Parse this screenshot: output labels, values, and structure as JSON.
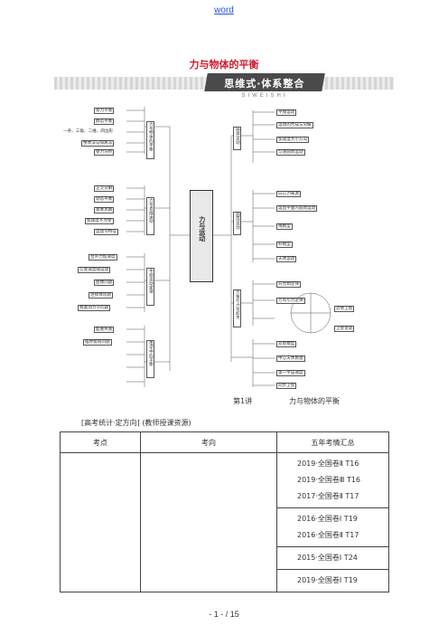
{
  "header": {
    "link_text": "word"
  },
  "page_title": "力与物体的平衡",
  "banner": {
    "title": "思维式·体系整合",
    "subtitle": "SIWEISHI"
  },
  "mindmap": {
    "center": "力与运动",
    "left_group_labels": [
      "力与物体的平衡",
      "力与直线运动",
      "牛顿运动定律",
      "电学中的平衡"
    ],
    "left_nodes": [
      "受力平衡",
      "静态平衡",
      "一条、三角、二维、四边形",
      "整体法与隔离法",
      "受力分析",
      "正交分解",
      "动态平衡",
      "基本思路",
      "加速度不为零",
      "运动学特征",
      "合外力加速度",
      "匀变速直线运动",
      "图像问题",
      "连接体问题",
      "两类动力学问题",
      "超重失重",
      "临界极值问题"
    ],
    "right_group_labels": [
      "抛体运动",
      "圆周运动",
      "万有引力与航天"
    ],
    "right_nodes": [
      "平抛运动",
      "运动的合成与分解",
      "加速度大小方向",
      "匀速圆周运动",
      "向心力来源",
      "竖直平面内圆周运动",
      "绳模型",
      "杆模型",
      "天体运动",
      "开普勒定律",
      "万有引力定律",
      "卫星变轨",
      "双星模型",
      "中心天体质量",
      "第一宇宙速度",
      "同步卫星",
      "近地卫星"
    ]
  },
  "lecture": {
    "number": "第1讲",
    "title": "力与物体的平衡"
  },
  "stat_label": "[高考统计·定方向] (教师授课资源)",
  "table": {
    "headers": [
      "考点",
      "考向",
      "五年考情汇总"
    ],
    "groups": [
      [
        "2019·全国卷Ⅱ T16",
        "2019·全国卷Ⅲ T16",
        "2017·全国卷Ⅱ T17"
      ],
      [
        "2016·全国卷Ⅰ T19",
        "2016·全国卷Ⅱ T17"
      ],
      [
        "2015·全国卷Ⅰ T24"
      ],
      [
        "2019·全国卷Ⅰ T19"
      ]
    ]
  },
  "footer": {
    "page": "- 1 - / 15"
  }
}
